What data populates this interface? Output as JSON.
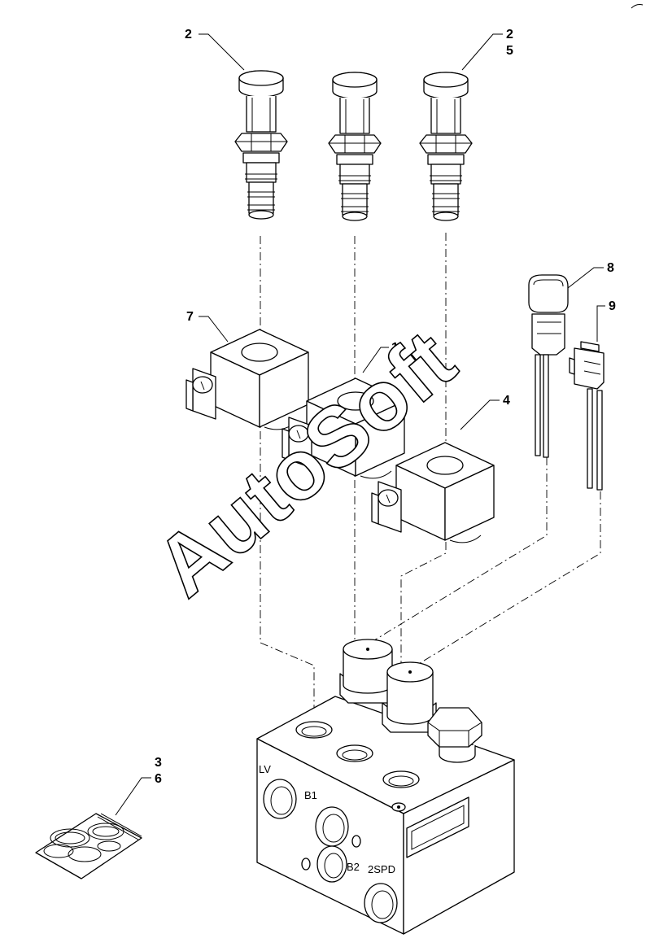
{
  "callouts": {
    "c2a": "2",
    "c2b": "2",
    "c5": "5",
    "c7": "7",
    "c1": "1",
    "c4": "4",
    "c8": "8",
    "c9": "9",
    "c3": "3",
    "c6": "6"
  },
  "ports": {
    "lv": "LV",
    "b1": "B1",
    "b2": "B2",
    "spd": "2SPD"
  },
  "watermark": "AutoSoft",
  "colors": {
    "ink": "#000000",
    "paper": "#ffffff"
  }
}
